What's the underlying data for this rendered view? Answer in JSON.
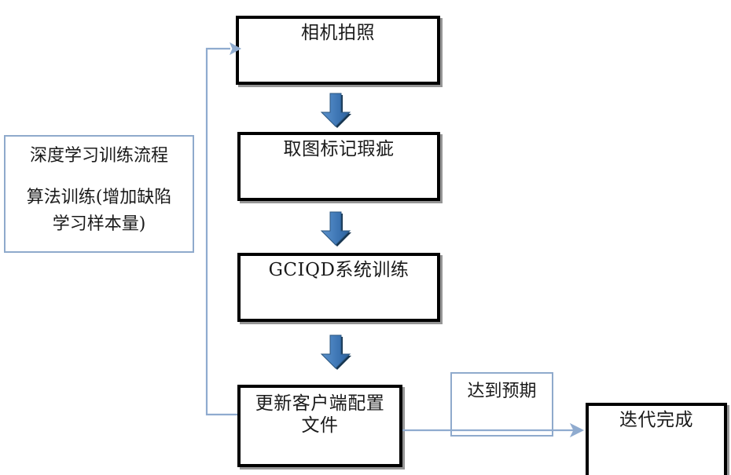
{
  "diagram": {
    "title_note": {
      "line1": "深度学习训练流程",
      "line2": "算法训练(增加缺陷\n学习样本量)"
    },
    "process_steps": [
      {
        "id": "step-camera",
        "label": "相机拍照"
      },
      {
        "id": "step-mark",
        "label": "取图标记瑕疵"
      },
      {
        "id": "step-train",
        "label": "GCIQD系统训练"
      },
      {
        "id": "step-update",
        "label": "更新客户端配置\n文件"
      }
    ],
    "edge_label": "达到预期",
    "terminal": {
      "label": "迭代完成"
    },
    "colors": {
      "box_border": "#000000",
      "note_border": "#8faacc",
      "arrow_fill": "#3f7cc0",
      "arrow_shadow": "#16344f",
      "connector": "#8fabcf",
      "text": "#1a1a1a"
    }
  }
}
